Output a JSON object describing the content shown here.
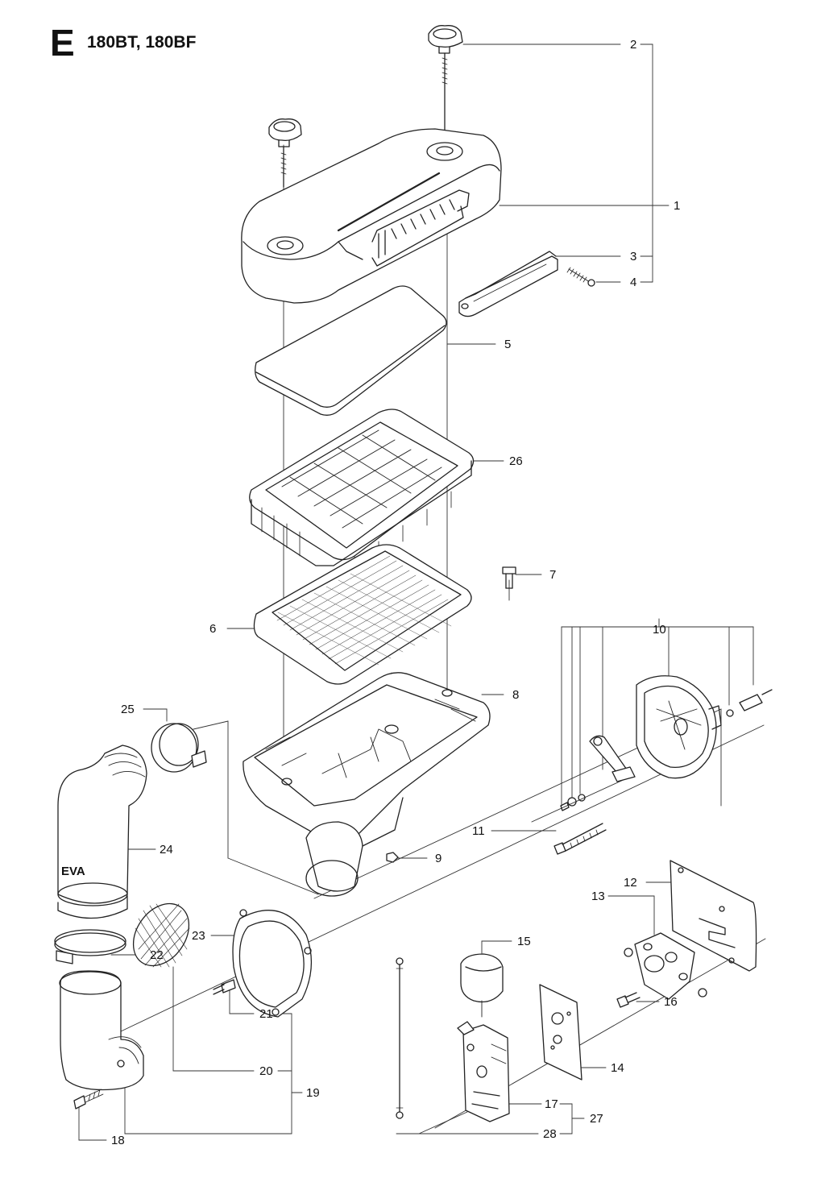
{
  "header": {
    "section_letter": "E",
    "models": "180BT, 180BF"
  },
  "callouts": [
    "1",
    "2",
    "3",
    "4",
    "5",
    "6",
    "7",
    "8",
    "9",
    "10",
    "11",
    "12",
    "13",
    "14",
    "15",
    "16",
    "17",
    "18",
    "19",
    "20",
    "21",
    "22",
    "23",
    "24",
    "25",
    "26",
    "27",
    "28"
  ],
  "part_marking": "EVA"
}
